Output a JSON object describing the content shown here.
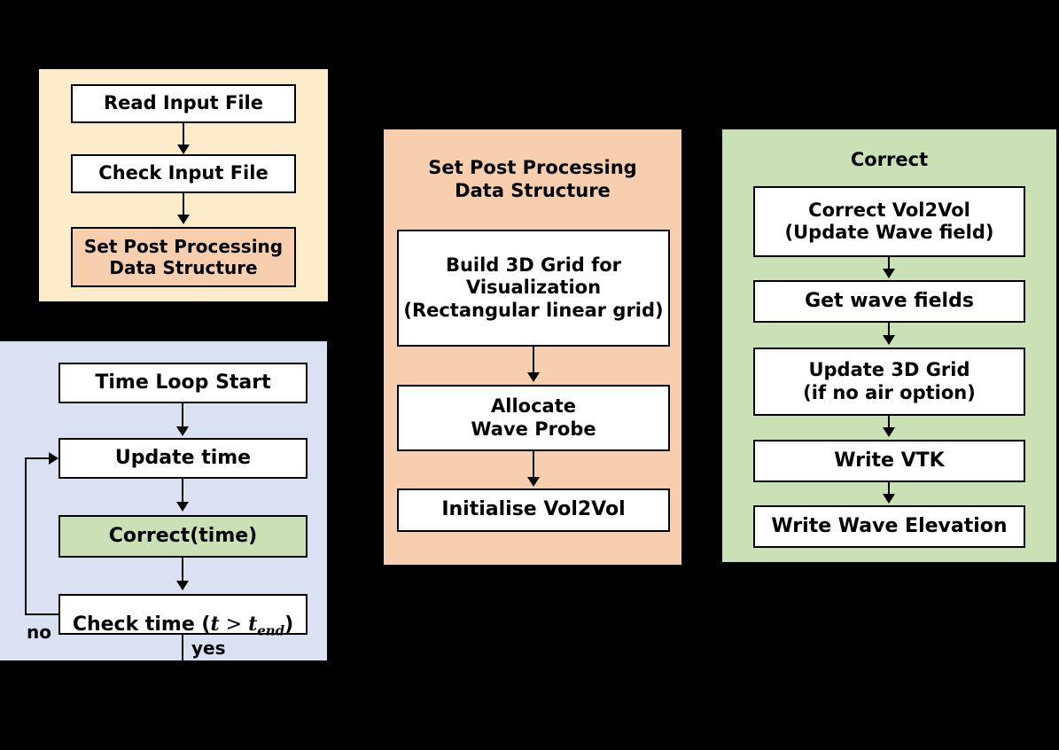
{
  "diagram": {
    "type": "flowchart",
    "background_color": "#000000",
    "panels": [
      {
        "id": "input-setup",
        "title": "",
        "fill_color": "#fdecca",
        "nodes": [
          {
            "id": "read-input-file",
            "label": "Read Input File",
            "fill": "#ffffff"
          },
          {
            "id": "check-input-file",
            "label": "Check Input File",
            "fill": "#ffffff"
          },
          {
            "id": "set-post-processing-data-structure",
            "label": "Set Post Processing\nData Structure",
            "fill": "#f7cfae"
          }
        ]
      },
      {
        "id": "time-loop",
        "title": "",
        "fill_color": "#d9e1f2",
        "nodes": [
          {
            "id": "time-loop-start",
            "label": "Time Loop Start",
            "fill": "#ffffff"
          },
          {
            "id": "update-time",
            "label": "Update time",
            "fill": "#ffffff"
          },
          {
            "id": "correct-time",
            "label": "Correct(time)",
            "fill": "#c9e1b4"
          },
          {
            "id": "check-time",
            "label": "Check time (t > t_end)",
            "fill": "#ffffff"
          }
        ],
        "edge_labels": {
          "no": "no",
          "yes": "yes"
        }
      },
      {
        "id": "set-post-processing",
        "title": "Set Post Processing\nData Structure",
        "fill_color": "#f7cfae",
        "nodes": [
          {
            "id": "build-3d-grid",
            "label": "Build 3D Grid for\nVisualization\n(Rectangular linear grid)",
            "fill": "#ffffff"
          },
          {
            "id": "allocate-wave-probe",
            "label": "Allocate\nWave Probe",
            "fill": "#ffffff"
          },
          {
            "id": "initialise-vol2vol",
            "label": "Initialise Vol2Vol",
            "fill": "#ffffff"
          }
        ]
      },
      {
        "id": "correct",
        "title": "Correct",
        "fill_color": "#c9e1b4",
        "nodes": [
          {
            "id": "correct-vol2vol",
            "label": "Correct Vol2Vol\n(Update Wave field)",
            "fill": "#ffffff"
          },
          {
            "id": "get-wave-fields",
            "label": "Get wave fields",
            "fill": "#ffffff"
          },
          {
            "id": "update-3d-grid",
            "label": "Update 3D Grid\n(if no air option)",
            "fill": "#ffffff"
          },
          {
            "id": "write-vtk",
            "label": "Write VTK",
            "fill": "#ffffff"
          },
          {
            "id": "write-wave-elevation",
            "label": "Write Wave Elevation",
            "fill": "#ffffff"
          }
        ]
      }
    ],
    "check_time_expression": {
      "prefix": "Check time (",
      "var": "t",
      "operator": ">",
      "var2": "t",
      "subscript": "end",
      "suffix": ")"
    }
  }
}
